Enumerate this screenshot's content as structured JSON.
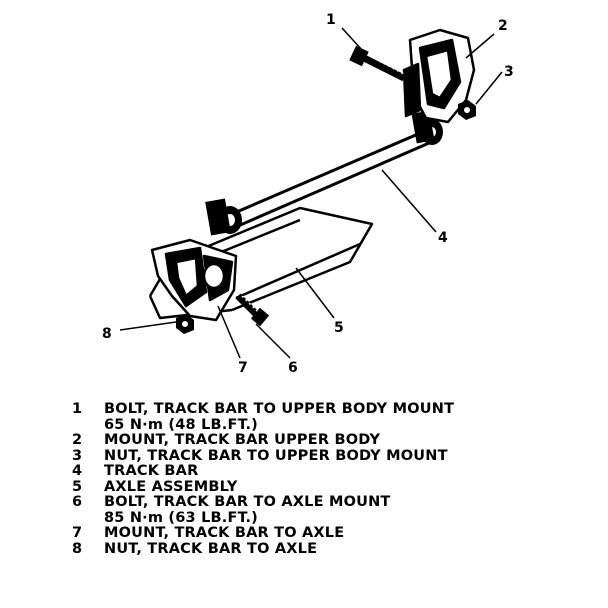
{
  "callouts": {
    "c1": "1",
    "c2": "2",
    "c3": "3",
    "c4": "4",
    "c5": "5",
    "c6": "6",
    "c7": "7",
    "c8": "8"
  },
  "legend": [
    {
      "num": "1",
      "text": "BOLT, TRACK BAR TO UPPER BODY MOUNT",
      "spec": "65 N·m (48 LB.FT.)"
    },
    {
      "num": "2",
      "text": "MOUNT, TRACK BAR UPPER BODY",
      "spec": ""
    },
    {
      "num": "3",
      "text": "NUT, TRACK BAR TO UPPER BODY MOUNT",
      "spec": ""
    },
    {
      "num": "4",
      "text": "TRACK BAR",
      "spec": ""
    },
    {
      "num": "5",
      "text": "AXLE ASSEMBLY",
      "spec": ""
    },
    {
      "num": "6",
      "text": "BOLT, TRACK BAR TO AXLE MOUNT",
      "spec": "85 N·m (63 LB.FT.)"
    },
    {
      "num": "7",
      "text": "MOUNT, TRACK BAR TO AXLE",
      "spec": ""
    },
    {
      "num": "8",
      "text": "NUT, TRACK BAR TO AXLE",
      "spec": ""
    }
  ]
}
